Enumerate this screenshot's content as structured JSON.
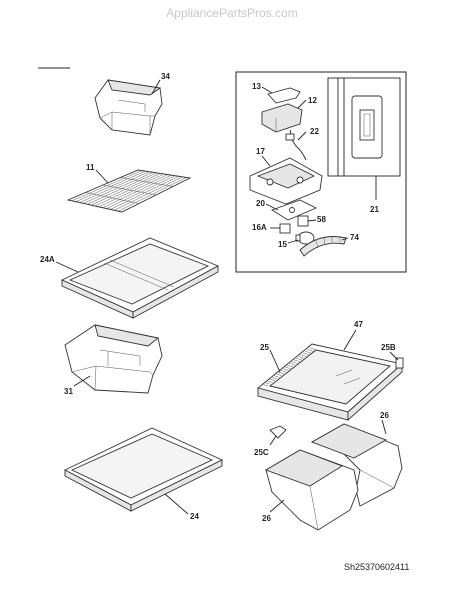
{
  "header": {
    "site": "AppliancePartsPros.com"
  },
  "diagram_code": "Sh25370602411",
  "callouts": {
    "c34": "34",
    "c11": "11",
    "c24A": "24A",
    "c31": "31",
    "c24": "24",
    "c13": "13",
    "c12": "12",
    "c22": "22",
    "c17": "17",
    "c20": "20",
    "c58": "58",
    "c16A": "16A",
    "c15": "15",
    "c74": "74",
    "c21": "21",
    "c47": "47",
    "c25": "25",
    "c25B": "25B",
    "c26a": "26",
    "c25C": "25C",
    "c26b": "26"
  }
}
